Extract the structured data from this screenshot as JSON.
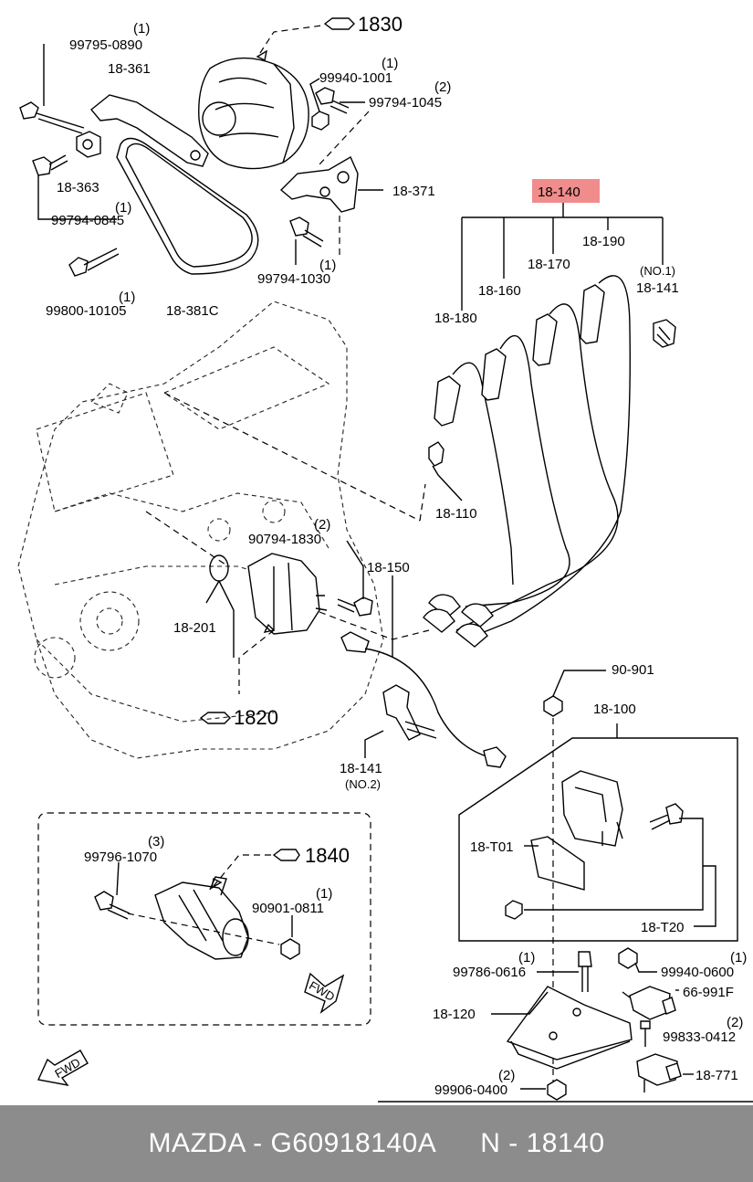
{
  "highlight_color": "#f08c8c",
  "labels": {
    "p1830_top_qty": "(1)",
    "p1830_top": "99795-0890",
    "p1830_ref": "1830",
    "p18361": "18-361",
    "p99940_1001_qty": "(1)",
    "p99940_1001": "99940-1001",
    "p99794_1045_qty": "(2)",
    "p99794_1045": "99794-1045",
    "p18363": "18-363",
    "p18371": "18-371",
    "p99794_0845_qty": "(1)",
    "p99794_0845": "99794-0845",
    "p99794_1030_qty": "(1)",
    "p99794_1030": "99794-1030",
    "p99800_qty": "(1)",
    "p99800": "99800-10105",
    "p18381c": "18-381C",
    "p18140": "18-140",
    "p18190": "18-190",
    "p18170": "18-170",
    "p18160": "18-160",
    "p18180": "18-180",
    "p18141_no1": "(NO.1)",
    "p18141_a": "18-141",
    "p18110": "18-110",
    "p90794_qty": "(2)",
    "p90794": "90794-1830",
    "p18150": "18-150",
    "p18201": "18-201",
    "p1820": "1820",
    "p90901": "90-901",
    "p18100": "18-100",
    "p18141_b": "18-141",
    "p18141_no2": "(NO.2)",
    "p18T01": "18-T01",
    "p18T20": "18-T20",
    "p99796_qty": "(3)",
    "p99796": "99796-1070",
    "p1840": "1840",
    "p90901_0811_qty": "(1)",
    "p90901_0811": "90901-0811",
    "fwd_small": "FWD",
    "fwd_large": "FWD",
    "p99786_qty": "(1)",
    "p99786": "99786-0616",
    "p99940_0600_qty": "(1)",
    "p99940_0600": "99940-0600",
    "p66991f": "66-991F",
    "p18120": "18-120",
    "p99833_qty": "(2)",
    "p99833": "99833-0412",
    "p18771": "18-771",
    "p99906_qty": "(2)",
    "p99906": "99906-0400"
  },
  "footer": {
    "brand_part": "MAZDA - G60918140A",
    "catalog_ref": "N - 18140"
  }
}
